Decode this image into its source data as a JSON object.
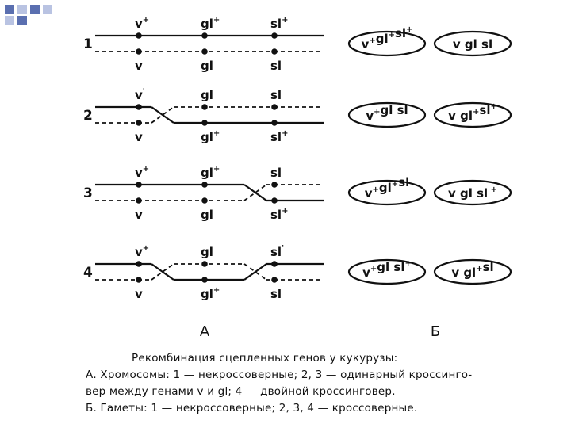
{
  "rows": [
    {
      "num": "1",
      "top": [
        {
          "base": "v",
          "sup": "+"
        },
        {
          "base": "gl",
          "sup": "+"
        },
        {
          "base": "sl",
          "sup": "+"
        }
      ],
      "bottom": [
        {
          "base": "v",
          "sup": ""
        },
        {
          "base": "gl",
          "sup": ""
        },
        {
          "base": "sl",
          "sup": ""
        }
      ],
      "gametes": [
        [
          {
            "base": "v",
            "sup": "+"
          },
          {
            "base": "gl",
            "sup": "+"
          },
          {
            "base": "sl",
            "sup": "+"
          }
        ],
        [
          {
            "base": "v ",
            "sup": ""
          },
          {
            "base": "gl ",
            "sup": ""
          },
          {
            "base": "sl",
            "sup": ""
          }
        ]
      ]
    },
    {
      "num": "2",
      "top": [
        {
          "base": "v",
          "sup": "'"
        },
        {
          "base": "gl",
          "sup": ""
        },
        {
          "base": "sl",
          "sup": ""
        }
      ],
      "bottom": [
        {
          "base": "v",
          "sup": ""
        },
        {
          "base": "gl",
          "sup": "+"
        },
        {
          "base": "sl",
          "sup": "+"
        }
      ],
      "gametes": [
        [
          {
            "base": "v",
            "sup": "+"
          },
          {
            "base": "gl ",
            "sup": ""
          },
          {
            "base": "sl",
            "sup": ""
          }
        ],
        [
          {
            "base": "v ",
            "sup": ""
          },
          {
            "base": "gl",
            "sup": "+"
          },
          {
            "base": "sl",
            "sup": "+"
          }
        ]
      ]
    },
    {
      "num": "3",
      "top": [
        {
          "base": "v",
          "sup": "+"
        },
        {
          "base": "gl",
          "sup": "+"
        },
        {
          "base": "sl",
          "sup": ""
        }
      ],
      "bottom": [
        {
          "base": "v",
          "sup": ""
        },
        {
          "base": "gl",
          "sup": ""
        },
        {
          "base": "sl",
          "sup": "+"
        }
      ],
      "gametes": [
        [
          {
            "base": "v",
            "sup": "+"
          },
          {
            "base": "gl",
            "sup": "+"
          },
          {
            "base": "sl",
            "sup": ""
          }
        ],
        [
          {
            "base": "v ",
            "sup": ""
          },
          {
            "base": "gl ",
            "sup": ""
          },
          {
            "base": "sl",
            "sup": " +"
          }
        ]
      ]
    },
    {
      "num": "4",
      "top": [
        {
          "base": "v",
          "sup": "+"
        },
        {
          "base": "gl",
          "sup": ""
        },
        {
          "base": "sl",
          "sup": "'"
        }
      ],
      "bottom": [
        {
          "base": "v",
          "sup": ""
        },
        {
          "base": "gl",
          "sup": "+"
        },
        {
          "base": "sl",
          "sup": ""
        }
      ],
      "gametes": [
        [
          {
            "base": "v",
            "sup": "+"
          },
          {
            "base": "gl ",
            "sup": ""
          },
          {
            "base": "sl",
            "sup": "+"
          }
        ],
        [
          {
            "base": "v ",
            "sup": ""
          },
          {
            "base": "gl",
            "sup": "+"
          },
          {
            "base": "sl",
            "sup": ""
          }
        ]
      ]
    }
  ],
  "panel_labels": {
    "left": "А",
    "right": "Б"
  },
  "caption": {
    "title": "Рекомбинация сцепленных генов у кукурузы:",
    "line1": "А. Хромосомы: 1 — некроссоверные; 2, 3 — одинарный кроссинго-",
    "line2": "вер между генами v и gl; 4 — двойной кроссинговер.",
    "line3": "Б. Гаметы: 1 — некроссоверные; 2, 3, 4 — кроссоверные."
  },
  "colors": {
    "ink": "#111111",
    "deco_blue": "#5a6fb0",
    "deco_light": "#b9c3e2"
  }
}
